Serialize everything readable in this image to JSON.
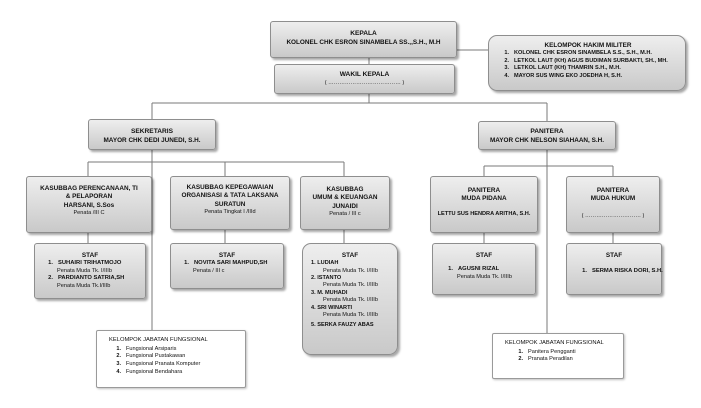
{
  "kepala": {
    "title": "KEPALA",
    "name": "KOLONEL  CHK ESRON SINAMBELA SS.,,S.H., M.H"
  },
  "wakil": {
    "title": "WAKIL KEPALA",
    "name": "( ………………………………… )"
  },
  "hakim": {
    "title": "KELOMPOK  HAKIM MILITER",
    "items": [
      {
        "num": "1.",
        "text": "KOLONEL CHK ESRON SINAMBELA S.S., S.H., M.H."
      },
      {
        "num": "2.",
        "text": "LETKOL LAUT (KH) AGUS BUDIMAN SURBAKTI, SH., MH."
      },
      {
        "num": "3.",
        "text": "LETKOL LAUT (KH) THAMRIN S.H., M.H."
      },
      {
        "num": "4.",
        "text": "MAYOR SUS WING EKO JOEDHA H, S.H."
      }
    ]
  },
  "sekretaris": {
    "title": "SEKRETARIS",
    "name": "MAYOR CHK DEDI JUNEDI, S.H."
  },
  "panitera": {
    "title": "PANITERA",
    "name": "MAYOR CHK NELSON SIAHAAN, S.H."
  },
  "kasubbag1": {
    "l1": "KASUBBAG PERENCANAAN, TI",
    "l2": "& PELAPORAN",
    "name": "HARSANI, S.Sos",
    "rank": "Penata /III C"
  },
  "kasubbag2": {
    "l1": "KASUBBAG KEPEGAWAIAN",
    "l2": "ORGANISASI & TATA LAKSANA",
    "name": "SURATUN",
    "rank": "Penata Tingkat I /IIId"
  },
  "kasubbag3": {
    "l1": "KASUBBAG",
    "l2": "UMUM & KEUANGAN",
    "name": "JUNAIDI",
    "rank": "Penata / III c"
  },
  "panmud_pidana": {
    "l1": "PANITERA",
    "l2": "MUDA PIDANA",
    "name": "LETTU SUS HENDRA ARITHA, S.H."
  },
  "panmud_hukum": {
    "l1": "PANITERA",
    "l2": "MUDA HUKUM",
    "name": "( ………………………… )"
  },
  "staf1": {
    "title": "STAF",
    "items": [
      {
        "num": "1.",
        "name": "SUHAIRI TRIHATMOJO",
        "rank": "Penata Muda Tk. I/IIIb"
      },
      {
        "num": "2.",
        "name": "PARDIANTO SATRIA,SH",
        "rank": "Penata Muda Tk.I/IIIb"
      }
    ]
  },
  "staf2": {
    "title": "STAF",
    "items": [
      {
        "num": "1.",
        "name": "NOVITA SARI MAHPUD,SH",
        "rank": "Penata / III c"
      }
    ]
  },
  "staf3": {
    "title": "STAF",
    "items": [
      {
        "num": "1.",
        "name": "LUDIAH",
        "rank": "Penata Muda Tk. I/IIIb"
      },
      {
        "num": "2.",
        "name": "ISTANTO",
        "rank": "Penata Muda Tk. I/IIIb"
      },
      {
        "num": "3.",
        "name": "M. MUHADI",
        "rank": "Penata Muda Tk. I/IIIb"
      },
      {
        "num": "4.",
        "name": "SRI WINARTI",
        "rank": "Penata Muda Tk. I/IIIb"
      },
      {
        "num": "5.",
        "name": "SERKA FAUZY ABAS",
        "rank": ""
      }
    ]
  },
  "staf4": {
    "title": "STAF",
    "items": [
      {
        "num": "1.",
        "name": "AGUSNI RIZAL",
        "rank": "Penata Muda Tk. I/IIIb"
      }
    ]
  },
  "staf5": {
    "title": "STAF",
    "items": [
      {
        "num": "1.",
        "name": "SERMA RISKA DORI, S.H.",
        "rank": ""
      }
    ]
  },
  "fungsional1": {
    "title": "KELOMPOK JABATAN FUNGSIONAL",
    "items": [
      {
        "num": "1.",
        "text": "Fungsional Arsiparis"
      },
      {
        "num": "2.",
        "text": "Fungsional Pustakawan"
      },
      {
        "num": "3.",
        "text": "Fungsional Pranata Komputer"
      },
      {
        "num": "4.",
        "text": "Fungsional Bendahara"
      }
    ]
  },
  "fungsional2": {
    "title": "KELOMPOK JABATAN FUNGSIONAL",
    "items": [
      {
        "num": "1.",
        "text": "Panitera Pengganti"
      },
      {
        "num": "2.",
        "text": "Pranata Peradilan"
      }
    ]
  }
}
